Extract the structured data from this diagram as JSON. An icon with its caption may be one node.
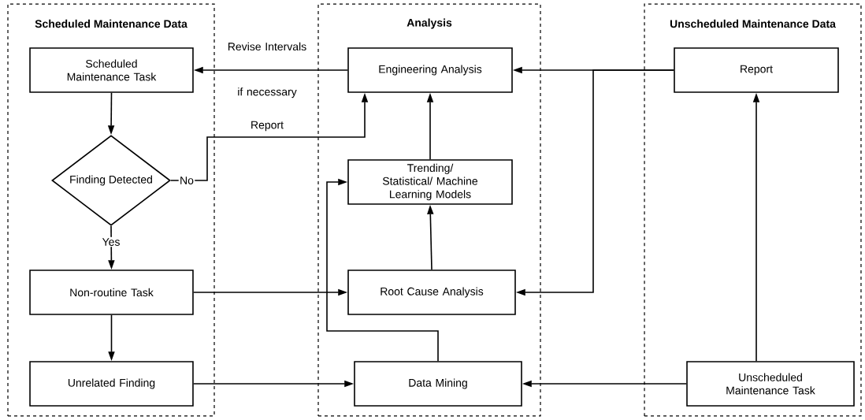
{
  "diagram": {
    "nodes": [
      {
        "text": [
          "Scheduled Maintenance Data"
        ]
      },
      {
        "text": [
          "Analysis"
        ]
      },
      {
        "text": [
          "Unscheduled Maintenance Data"
        ]
      },
      {
        "text": [
          "Scheduled Maintenance Task"
        ],
        "in": 0
      },
      {
        "text": [
          "Finding Detected"
        ],
        "in": 0
      },
      {
        "text": [
          "Non-routine Task"
        ],
        "in": 0
      },
      {
        "text": [
          "Unrelated Finding"
        ],
        "in": 0
      },
      {
        "text": [
          "Engineering Analysis"
        ],
        "in": 1
      },
      {
        "text": [
          "Trending/ Statistical/ Machine Learning Models"
        ],
        "in": 1
      },
      {
        "text": [
          "Root Cause Analysis"
        ],
        "in": 1
      },
      {
        "text": [
          "Data Mining"
        ],
        "in": 1
      },
      {
        "text": [
          "Report"
        ],
        "in": 2
      },
      {
        "text": [
          "Unscheduled Maintenance Task"
        ],
        "in": 2
      }
    ],
    "edges": [
      {
        "from": 7,
        "to": 3,
        "arrow": "to",
        "label": "Revise Intervals if necessary"
      },
      {
        "from": 3,
        "to": 4,
        "arrow": "to"
      },
      {
        "from": 4,
        "to": 5,
        "arrow": "to",
        "label": "Yes"
      },
      {
        "from": 4,
        "to": 7,
        "arrow": "to",
        "label": "No"
      },
      {
        "from": 5,
        "to": 6,
        "arrow": "to"
      },
      {
        "from": 5,
        "to": 9,
        "arrow": "to"
      },
      {
        "from": 6,
        "to": 10,
        "arrow": "to"
      },
      {
        "from": 12,
        "to": 10,
        "arrow": "to"
      },
      {
        "from": 12,
        "to": 11,
        "arrow": "to"
      },
      {
        "from": 11,
        "to": 7,
        "arrow": "to"
      },
      {
        "from": 11,
        "to": 9,
        "arrow": "to"
      },
      {
        "from": 10,
        "to": 8,
        "arrow": "to"
      },
      {
        "from": 9,
        "to": 8,
        "arrow": "to"
      },
      {
        "from": 8,
        "to": 7,
        "arrow": "to"
      }
    ],
    "labels": [
      "Report"
    ]
  }
}
